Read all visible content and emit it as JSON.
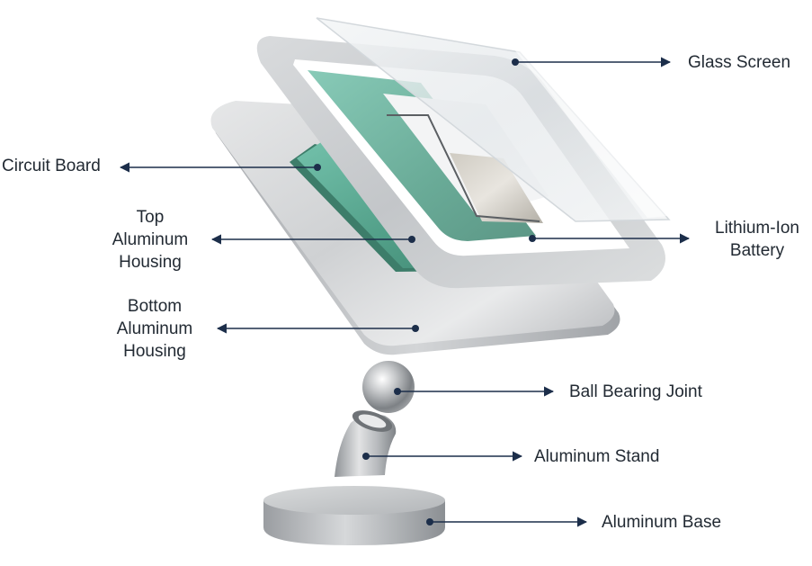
{
  "colors": {
    "leader": "#1c2e4a",
    "label_text": "#222a33",
    "circuit_green": "#5aa894",
    "aluminum": "#c9cbcd",
    "glass": "#e9edf0"
  },
  "labels": {
    "glass_screen": "Glass Screen",
    "circuit_board": "Circuit Board",
    "top_housing": [
      "Top",
      "Aluminum",
      "Housing"
    ],
    "battery": [
      "Lithium-Ion",
      "Battery"
    ],
    "bottom_housing": [
      "Bottom",
      "Aluminum",
      "Housing"
    ],
    "ball_joint": "Ball Bearing Joint",
    "stand": "Aluminum Stand",
    "base": "Aluminum Base"
  }
}
